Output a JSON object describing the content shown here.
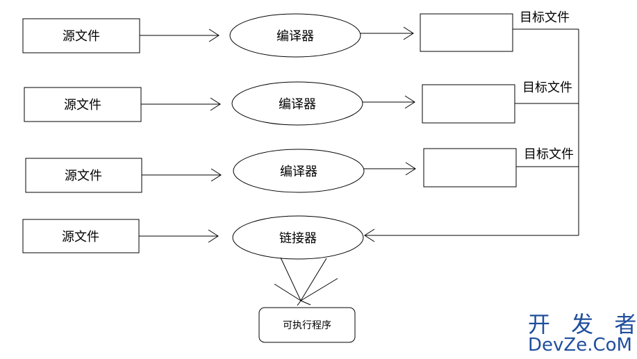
{
  "sources": [
    "源文件",
    "源文件",
    "源文件",
    "源文件"
  ],
  "compilers": [
    "编译器",
    "编译器",
    "编译器"
  ],
  "linker": "链接器",
  "objects": [
    "目标文件",
    "目标文件",
    "目标文件"
  ],
  "executable": "可执行程序",
  "watermark": {
    "chinese": "开 发 者",
    "english": "DevZe.CoM",
    "color": "#1f4e9c"
  }
}
